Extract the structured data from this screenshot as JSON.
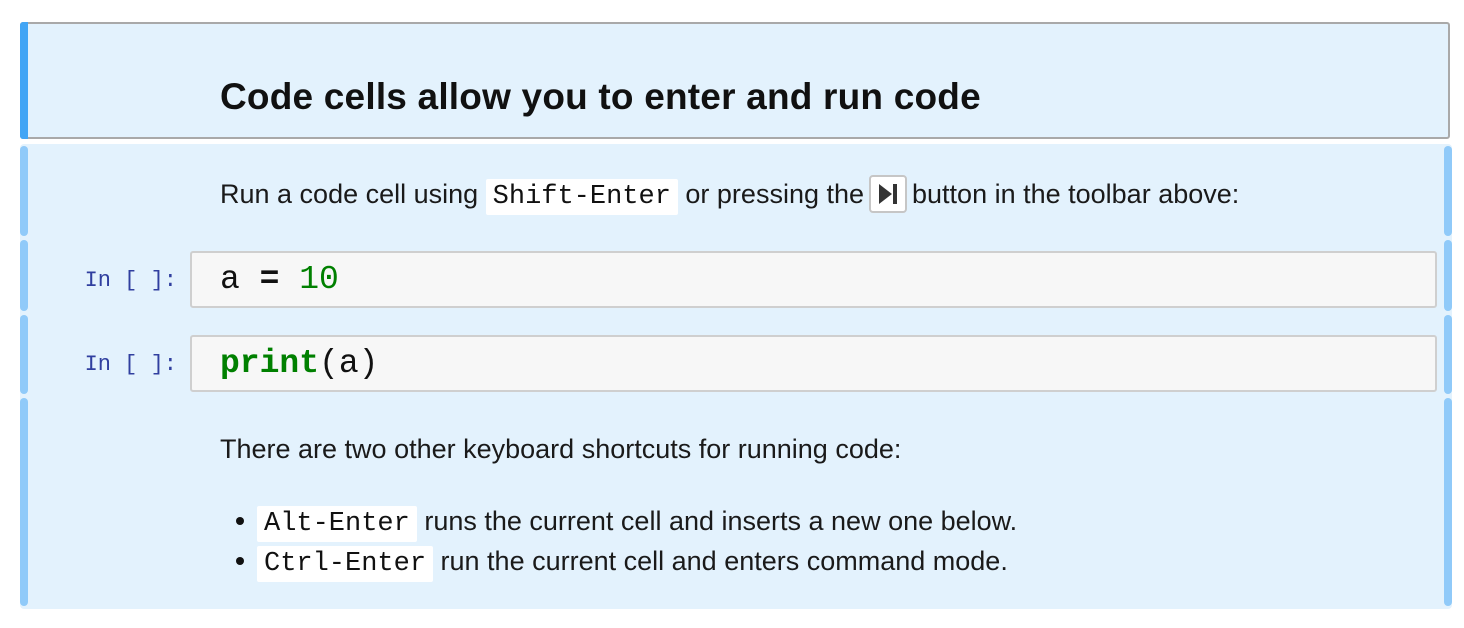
{
  "heading_cell": {
    "title": "Code cells allow you to enter and run code"
  },
  "intro_cell": {
    "text_before_code": "Run a code cell using ",
    "shortcut_code": "Shift-Enter",
    "text_between": " or pressing the",
    "button_icon": "step-forward-icon",
    "text_after_button": "button in the toolbar above:"
  },
  "code_cells": [
    {
      "prompt": "In [ ]:",
      "source": {
        "variable": "a",
        "operator": " = ",
        "number": "10"
      }
    },
    {
      "prompt": "In [ ]:",
      "source": {
        "builtin": "print",
        "rest": "(a)"
      }
    }
  ],
  "shortcuts_cell": {
    "intro": "There are two other keyboard shortcuts for running code:",
    "items": [
      {
        "shortcut": "Alt-Enter",
        "description": " runs the current cell and inserts a new one below."
      },
      {
        "shortcut": "Ctrl-Enter",
        "description": " run the current cell and enters command mode."
      }
    ]
  },
  "colors": {
    "selected_stripe": "#42a5f5",
    "soft_selected_stripe": "#90caf9",
    "selected_cell_bg": "#e3f2fd",
    "selected_cell_border": "#a9a9a9",
    "code_box_bg": "#f7f7f7",
    "code_box_border": "#cfcfcf",
    "prompt_text": "#303f9f",
    "syntax_green": "#008000"
  }
}
